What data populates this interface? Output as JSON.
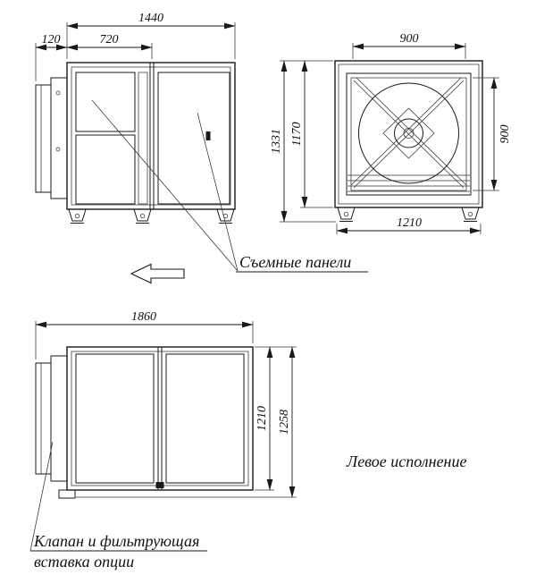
{
  "drawing": {
    "side_view": {
      "dim_total_width": "1440",
      "dim_duct_flange": "120",
      "dim_panel_section": "720"
    },
    "front_view": {
      "dim_top_width": "900",
      "dim_total_height": "1331",
      "dim_body_height": "1170",
      "dim_opening_height": "900",
      "dim_bottom_width": "1210"
    },
    "top_view": {
      "dim_total_length": "1860",
      "dim_body_depth": "1210",
      "dim_total_depth": "1258"
    },
    "callouts": {
      "removable_panels": "Съемные панели",
      "left_version": "Левое исполнение",
      "valve_note_line1": "Клапан и фильтрующая",
      "valve_note_line2": "вставка опции"
    }
  }
}
